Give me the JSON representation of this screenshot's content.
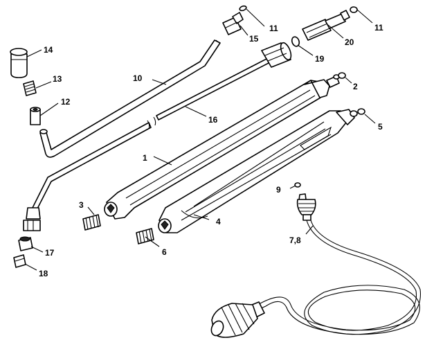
{
  "callouts": {
    "c1": "1",
    "c2": "2",
    "c3": "3",
    "c4": "4",
    "c5": "5",
    "c6": "6",
    "c78": "7,8",
    "c9": "9",
    "c10": "10",
    "c11a": "11",
    "c11b": "11",
    "c12": "12",
    "c13": "13",
    "c14": "14",
    "c15": "15",
    "c16": "16",
    "c17": "17",
    "c18": "18",
    "c19": "19",
    "c20": "20"
  },
  "colors": {
    "line": "#000000",
    "background": "#ffffff"
  }
}
